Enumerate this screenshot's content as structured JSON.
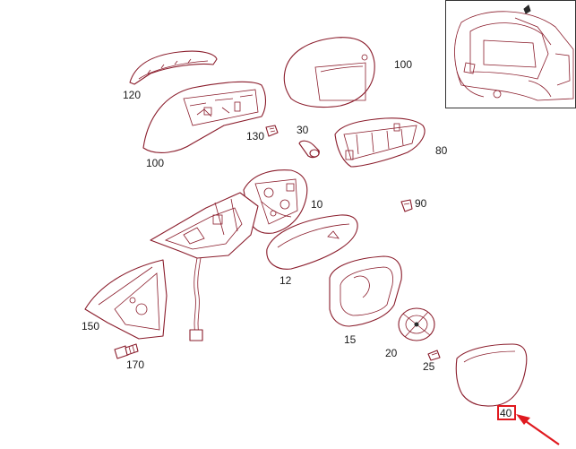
{
  "diagram": {
    "callouts": {
      "p120": "120",
      "p100a": "100",
      "p100b": "100",
      "p130": "130",
      "p30": "30",
      "p80": "80",
      "p10": "10",
      "p90": "90",
      "p12": "12",
      "p150": "150",
      "p170": "170",
      "p15": "15",
      "p20": "20",
      "p25": "25",
      "p40": "40"
    },
    "highlighted_part": "40",
    "colors": {
      "line_art": "#8a1c2b",
      "highlight": "#e0191f",
      "label_text": "#1a1a1a"
    }
  }
}
